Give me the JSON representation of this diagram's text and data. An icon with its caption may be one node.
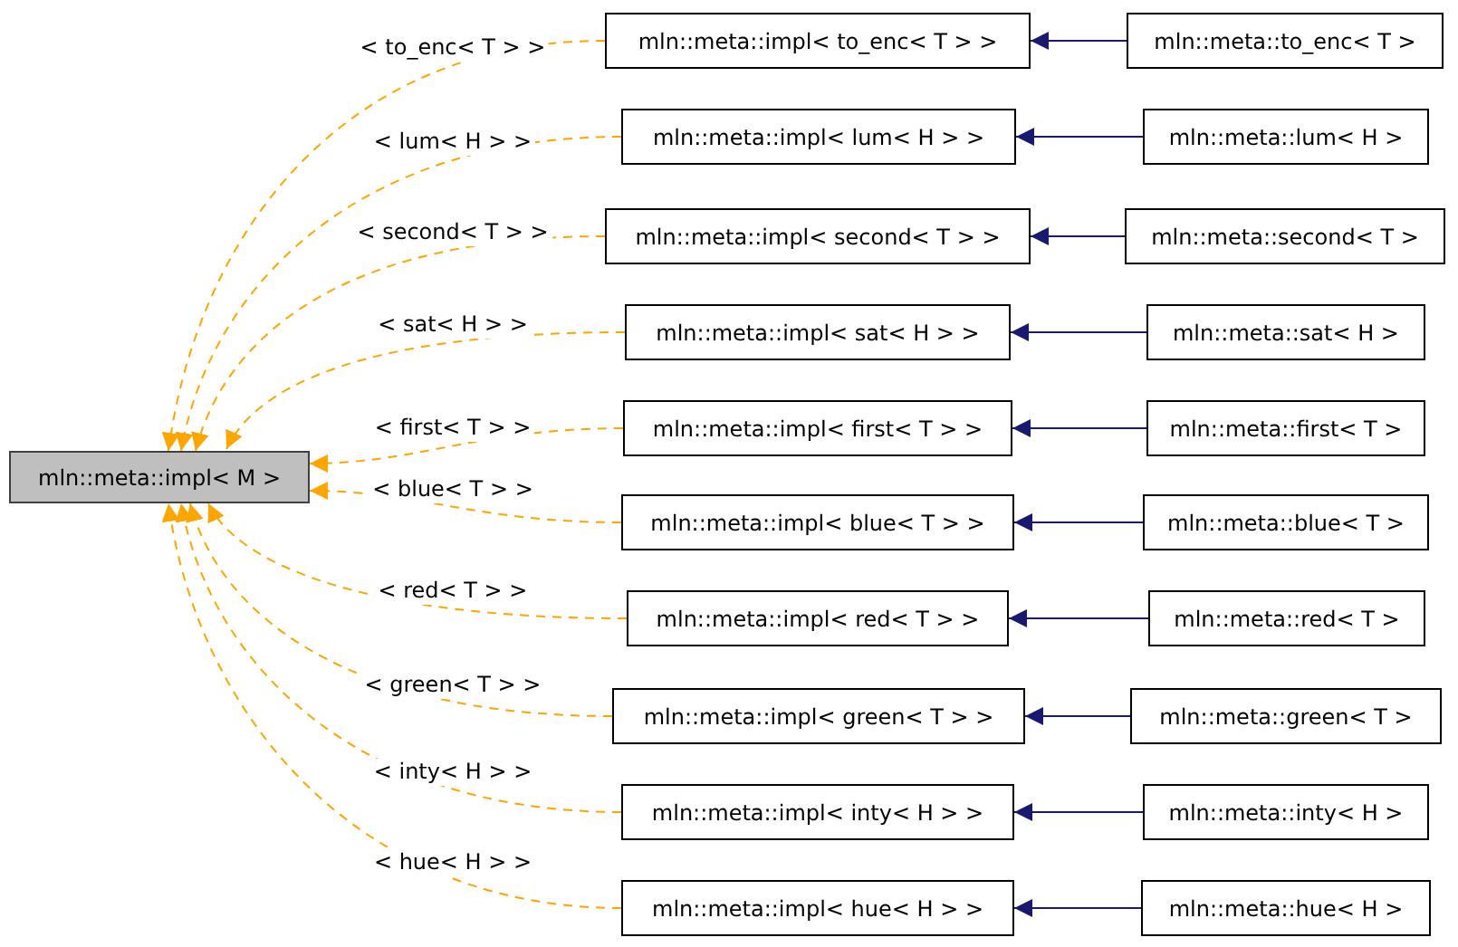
{
  "diagram": {
    "nodes": [
      {
        "text": [
          "mln::meta::impl< M >"
        ]
      },
      {
        "text": [
          "mln::meta::impl< to_enc< T > >"
        ]
      },
      {
        "text": [
          "mln::meta::to_enc< T >"
        ]
      },
      {
        "text": [
          "mln::meta::impl< lum< H > >"
        ]
      },
      {
        "text": [
          "mln::meta::lum< H >"
        ]
      },
      {
        "text": [
          "mln::meta::impl< second< T > >"
        ]
      },
      {
        "text": [
          "mln::meta::second< T >"
        ]
      },
      {
        "text": [
          "mln::meta::impl< sat< H > >"
        ]
      },
      {
        "text": [
          "mln::meta::sat< H >"
        ]
      },
      {
        "text": [
          "mln::meta::impl< first< T > >"
        ]
      },
      {
        "text": [
          "mln::meta::first< T >"
        ]
      },
      {
        "text": [
          "mln::meta::impl< blue< T > >"
        ]
      },
      {
        "text": [
          "mln::meta::blue< T >"
        ]
      },
      {
        "text": [
          "mln::meta::impl< red< T > >"
        ]
      },
      {
        "text": [
          "mln::meta::red< T >"
        ]
      },
      {
        "text": [
          "mln::meta::impl< green< T > >"
        ]
      },
      {
        "text": [
          "mln::meta::green< T >"
        ]
      },
      {
        "text": [
          "mln::meta::impl< inty< H > >"
        ]
      },
      {
        "text": [
          "mln::meta::inty< H >"
        ]
      },
      {
        "text": [
          "mln::meta::impl< hue< H > >"
        ]
      },
      {
        "text": [
          "mln::meta::hue< H >"
        ]
      }
    ],
    "edges": [
      {
        "from": 1,
        "to": 0,
        "arrow": "to",
        "label": "< to_enc< T > >",
        "style": "dashed",
        "color": "#ffa500"
      },
      {
        "from": 2,
        "to": 1,
        "arrow": "to",
        "color": "#191970"
      },
      {
        "from": 3,
        "to": 0,
        "arrow": "to",
        "label": "< lum< H > >",
        "style": "dashed",
        "color": "#ffa500"
      },
      {
        "from": 4,
        "to": 3,
        "arrow": "to",
        "color": "#191970"
      },
      {
        "from": 5,
        "to": 0,
        "arrow": "to",
        "label": "< second< T > >",
        "style": "dashed",
        "color": "#ffa500"
      },
      {
        "from": 6,
        "to": 5,
        "arrow": "to",
        "color": "#191970"
      },
      {
        "from": 7,
        "to": 0,
        "arrow": "to",
        "label": "< sat< H > >",
        "style": "dashed",
        "color": "#ffa500"
      },
      {
        "from": 8,
        "to": 7,
        "arrow": "to",
        "color": "#191970"
      },
      {
        "from": 9,
        "to": 0,
        "arrow": "to",
        "label": "< first< T > >",
        "style": "dashed",
        "color": "#ffa500"
      },
      {
        "from": 10,
        "to": 9,
        "arrow": "to",
        "color": "#191970"
      },
      {
        "from": 11,
        "to": 0,
        "arrow": "to",
        "label": "< blue< T > >",
        "style": "dashed",
        "color": "#ffa500"
      },
      {
        "from": 12,
        "to": 11,
        "arrow": "to",
        "color": "#191970"
      },
      {
        "from": 13,
        "to": 0,
        "arrow": "to",
        "label": "< red< T > >",
        "style": "dashed",
        "color": "#ffa500"
      },
      {
        "from": 14,
        "to": 13,
        "arrow": "to",
        "color": "#191970"
      },
      {
        "from": 15,
        "to": 0,
        "arrow": "to",
        "label": "< green< T > >",
        "style": "dashed",
        "color": "#ffa500"
      },
      {
        "from": 16,
        "to": 15,
        "arrow": "to",
        "color": "#191970"
      },
      {
        "from": 17,
        "to": 0,
        "arrow": "to",
        "label": "< inty< H > >",
        "style": "dashed",
        "color": "#ffa500"
      },
      {
        "from": 18,
        "to": 17,
        "arrow": "to",
        "color": "#191970"
      },
      {
        "from": 19,
        "to": 0,
        "arrow": "to",
        "label": "< hue< H > >",
        "style": "dashed",
        "color": "#ffa500"
      },
      {
        "from": 20,
        "to": 19,
        "arrow": "to",
        "color": "#191970"
      }
    ]
  }
}
